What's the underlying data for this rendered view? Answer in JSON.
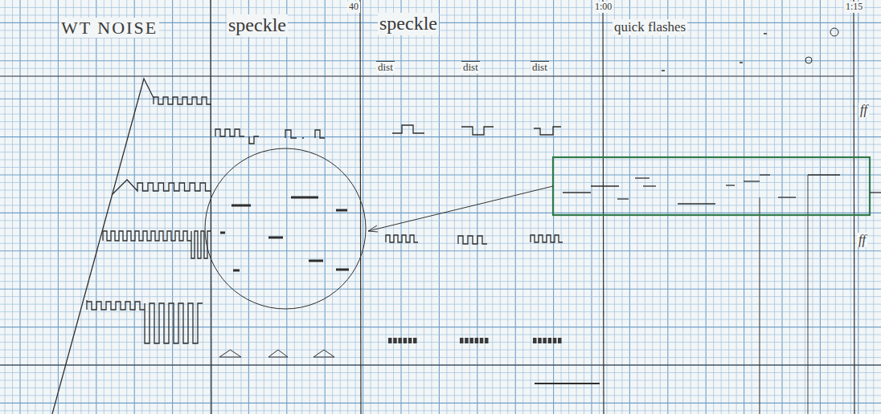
{
  "diagram": {
    "labels": [
      "WT NOISE",
      "speckle",
      "speckle",
      "dist",
      "dist",
      "dist",
      "quick flashes",
      "40",
      "1:00",
      "1:15",
      "ff",
      "ff"
    ]
  }
}
